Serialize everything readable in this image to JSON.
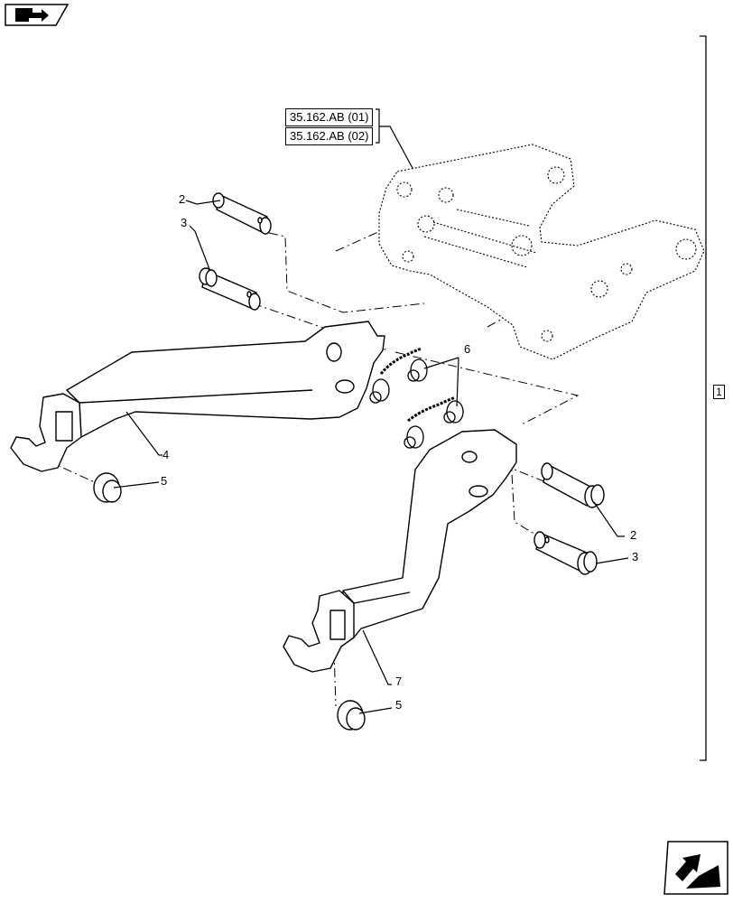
{
  "header": {
    "nav_icon": "book-arrow-icon"
  },
  "references": [
    {
      "label": "35.162.AB (01)"
    },
    {
      "label": "35.162.AB (02)"
    }
  ],
  "callouts": {
    "pin_upper_left": "2",
    "pin_lower_left": "3",
    "drawbar_left": "4",
    "cap_left": "5",
    "lynch_pins": "6",
    "pin_upper_right": "2",
    "pin_lower_right": "3",
    "drawbar_right": "7",
    "cap_right": "5"
  },
  "group_bracket": {
    "label": "1"
  },
  "footer": {
    "nav_icon": "next-page-arrow-icon"
  }
}
